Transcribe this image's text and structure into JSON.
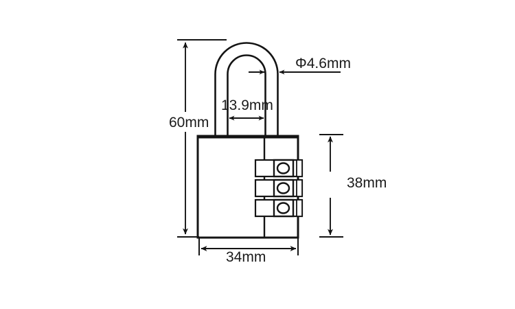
{
  "drawing": {
    "title": "Combination padlock dimensioned drawing",
    "subject": "padlock",
    "background_color": "#ffffff",
    "line_color": "#141414",
    "text_color": "#1a1a1a",
    "units": "mm",
    "view": "front elevation"
  },
  "dimensions": {
    "overall_height": {
      "value": "60mm",
      "name": "overall-height",
      "orientation": "vertical",
      "position": "left"
    },
    "body_width": {
      "value": "34mm",
      "name": "body-width",
      "orientation": "horizontal",
      "position": "bottom"
    },
    "body_height": {
      "value": "38mm",
      "name": "body-height",
      "orientation": "vertical",
      "position": "right"
    },
    "shackle_inner_width": {
      "value": "13.9mm",
      "name": "shackle-inner-width",
      "orientation": "horizontal",
      "position": "inside shackle"
    },
    "shackle_diameter": {
      "value": "Φ4.6mm",
      "name": "shackle-rod-diameter",
      "orientation": "horizontal",
      "position": "upper right",
      "symbol": "diameter-symbol"
    }
  },
  "parts": {
    "shackle": "shackle",
    "body": "lock-body",
    "dial_count": 3,
    "dials": [
      {
        "label": "dial-1"
      },
      {
        "label": "dial-2"
      },
      {
        "label": "dial-3"
      }
    ]
  },
  "icons": {
    "arrow": "arrow-head-icon",
    "diameter": "diameter-symbol-icon"
  }
}
